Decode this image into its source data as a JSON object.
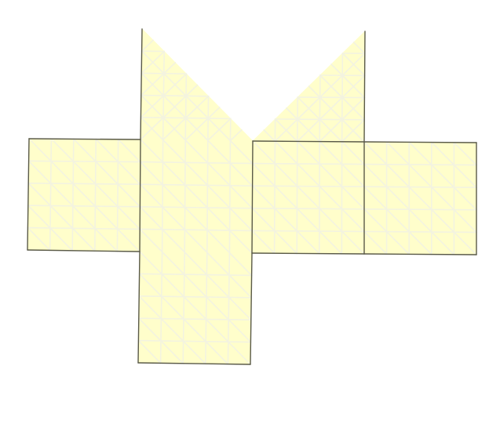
{
  "diagram": {
    "kind": "net",
    "faces": [
      {
        "id": "face-left",
        "shape": "square"
      },
      {
        "id": "face-center",
        "shape": "square"
      },
      {
        "id": "face-center-right",
        "shape": "square"
      },
      {
        "id": "face-right",
        "shape": "square"
      },
      {
        "id": "face-bottom",
        "shape": "square"
      },
      {
        "id": "triangle-left",
        "shape": "right-triangle"
      },
      {
        "id": "triangle-right",
        "shape": "right-triangle"
      }
    ],
    "grid": {
      "divisions": 5,
      "diagonals": true
    },
    "colors": {
      "fill": "#fffecb",
      "grid_line": "#f3f3e0",
      "edge": "#5a5a48",
      "background": "#ffffff"
    }
  }
}
